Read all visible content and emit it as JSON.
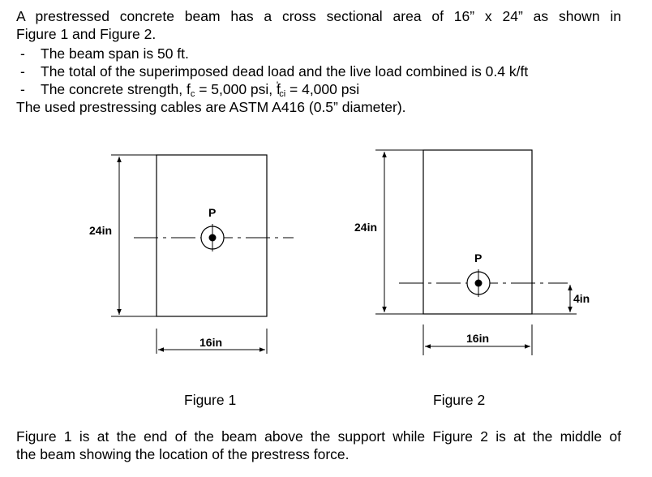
{
  "intro": {
    "line1": "A prestressed concrete beam has a cross sectional area of 16” x 24” as shown in",
    "line2": "Figure 1 and Figure 2."
  },
  "bullets": [
    "The beam span is 50 ft.",
    "The total of the superimposed dead load and the live load combined is 0.4 k/ft"
  ],
  "bullet_marker": "-",
  "strength": {
    "prefix": "The concrete strength, f",
    "sub1": "c",
    "mid": " = 5,000 psi, f",
    "prime": "'",
    "sub2": "ci",
    "suffix": " = 4,000 psi"
  },
  "cables_line": "The used prestressing cables are ASTM A416 (0.5” diameter).",
  "figure1": {
    "height_label": "24in",
    "width_label": "16in",
    "force_label": "P",
    "caption": "Figure 1"
  },
  "figure2": {
    "height_label": "24in",
    "width_label": "16in",
    "force_label": "P",
    "eccentricity_label": "4in",
    "caption": "Figure 2"
  },
  "footer": {
    "line1": "Figure 1 is at the end of the beam above the support while Figure 2 is at the middle of",
    "line2": "the beam showing the location of the prestress force."
  }
}
